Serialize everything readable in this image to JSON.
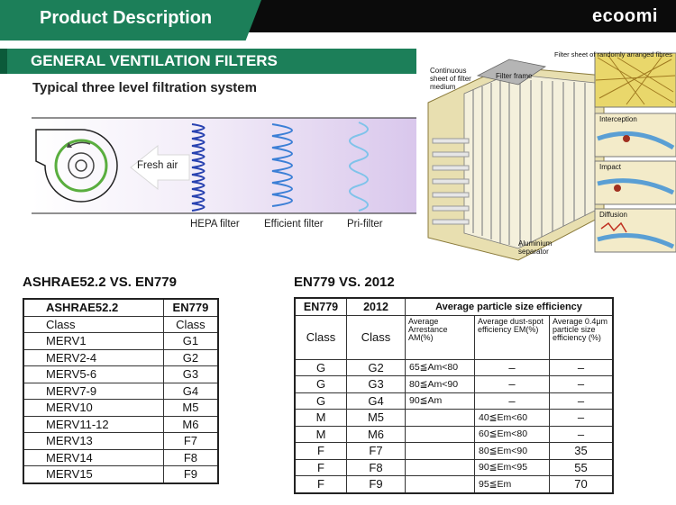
{
  "header": {
    "title": "Product Description",
    "brand": "ecoomi"
  },
  "section": {
    "title": "GENERAL VENTILATION FILTERS",
    "subtitle": "Typical three level filtration system"
  },
  "diagram": {
    "airflow_label": "Fresh air",
    "filters": [
      "HEPA filter",
      "Efficient filter",
      "Pri-filter"
    ]
  },
  "figure": {
    "labels": {
      "continuous": "Continuous sheet of filter medium",
      "frame": "Filter frame",
      "fibres": "Filter sheet of randomly arranged fibres",
      "interception": "Interception",
      "impact": "Impact",
      "diffusion": "Diffusion",
      "separator": "Aluminium separator"
    }
  },
  "table1": {
    "title": "ASHRAE52.2 VS. EN779",
    "headers": [
      "ASHRAE52.2",
      "EN779"
    ],
    "rows": [
      [
        "Class",
        "Class"
      ],
      [
        "MERV1",
        "G1"
      ],
      [
        "MERV2-4",
        "G2"
      ],
      [
        "MERV5-6",
        "G3"
      ],
      [
        "MERV7-9",
        "G4"
      ],
      [
        "MERV10",
        "M5"
      ],
      [
        "MERV11-12",
        "M6"
      ],
      [
        "MERV13",
        "F7"
      ],
      [
        "MERV14",
        "F8"
      ],
      [
        "MERV15",
        "F9"
      ]
    ]
  },
  "table2": {
    "title": "EN779 VS. 2012",
    "headers": [
      "EN779",
      "2012",
      "Average particle size efficiency"
    ],
    "subheaders": [
      "Class",
      "Class",
      "Average Arrestance AM(%)",
      "Average dust-spot efficiency EM(%)",
      "Average 0.4μm particle size efficiency (%)"
    ],
    "rows": [
      [
        "G",
        "G2",
        "65≦Am<80",
        "–",
        "–"
      ],
      [
        "G",
        "G3",
        "80≦Am<90",
        "–",
        "–"
      ],
      [
        "G",
        "G4",
        "90≦Am",
        "–",
        "–"
      ],
      [
        "M",
        "M5",
        "",
        "40≦Em<60",
        "–"
      ],
      [
        "M",
        "M6",
        "",
        "60≦Em<80",
        "–"
      ],
      [
        "F",
        "F7",
        "",
        "80≦Em<90",
        "35"
      ],
      [
        "F",
        "F8",
        "",
        "90≦Em<95",
        "55"
      ],
      [
        "F",
        "F9",
        "",
        "95≦Em",
        "70"
      ]
    ]
  },
  "colors": {
    "brand_green": "#1c7f59",
    "dark": "#0b0b0b",
    "hepa": "#2741b0",
    "efficient": "#3b7fd6",
    "pri": "#7fc3ea",
    "fan_green": "#5aae3f"
  },
  "icons": {
    "fan": "fan-icon",
    "arrow": "left-arrow-icon"
  }
}
